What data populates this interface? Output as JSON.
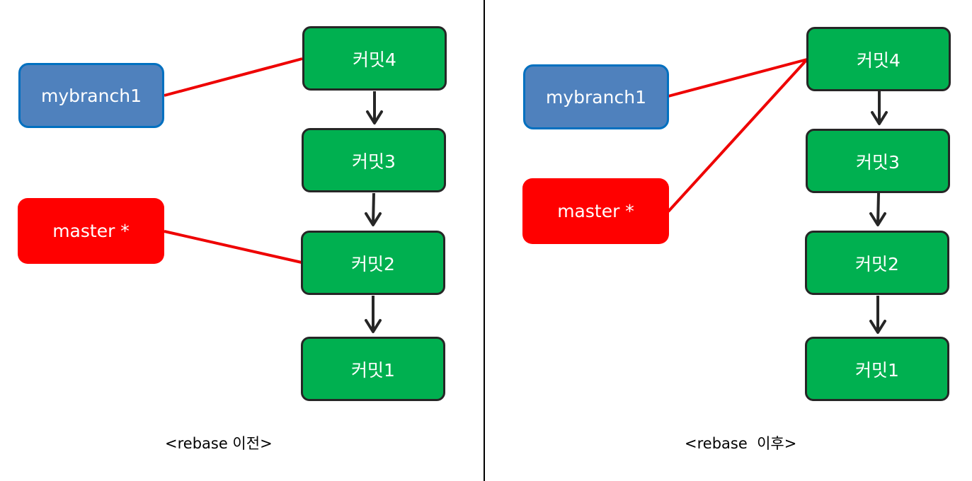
{
  "colors": {
    "commit_fill": "#00b050",
    "commit_border": "#262626",
    "branch_fill": "#4f81bd",
    "branch_border": "#0070c0",
    "master_fill": "#ff0000",
    "link_line": "#ee0000",
    "arrow": "#262626"
  },
  "before": {
    "caption": "<rebase 이전>",
    "branch_label": "mybranch1",
    "master_label": "master *",
    "commits": [
      "커밋4",
      "커밋3",
      "커밋2",
      "커밋1"
    ],
    "branch_points_to": "커밋4",
    "master_points_to": "커밋2"
  },
  "after": {
    "caption": "<rebase  이후>",
    "branch_label": "mybranch1",
    "master_label": "master *",
    "commits": [
      "커밋4",
      "커밋3",
      "커밋2",
      "커밋1"
    ],
    "branch_points_to": "커밋4",
    "master_points_to": "커밋4"
  }
}
